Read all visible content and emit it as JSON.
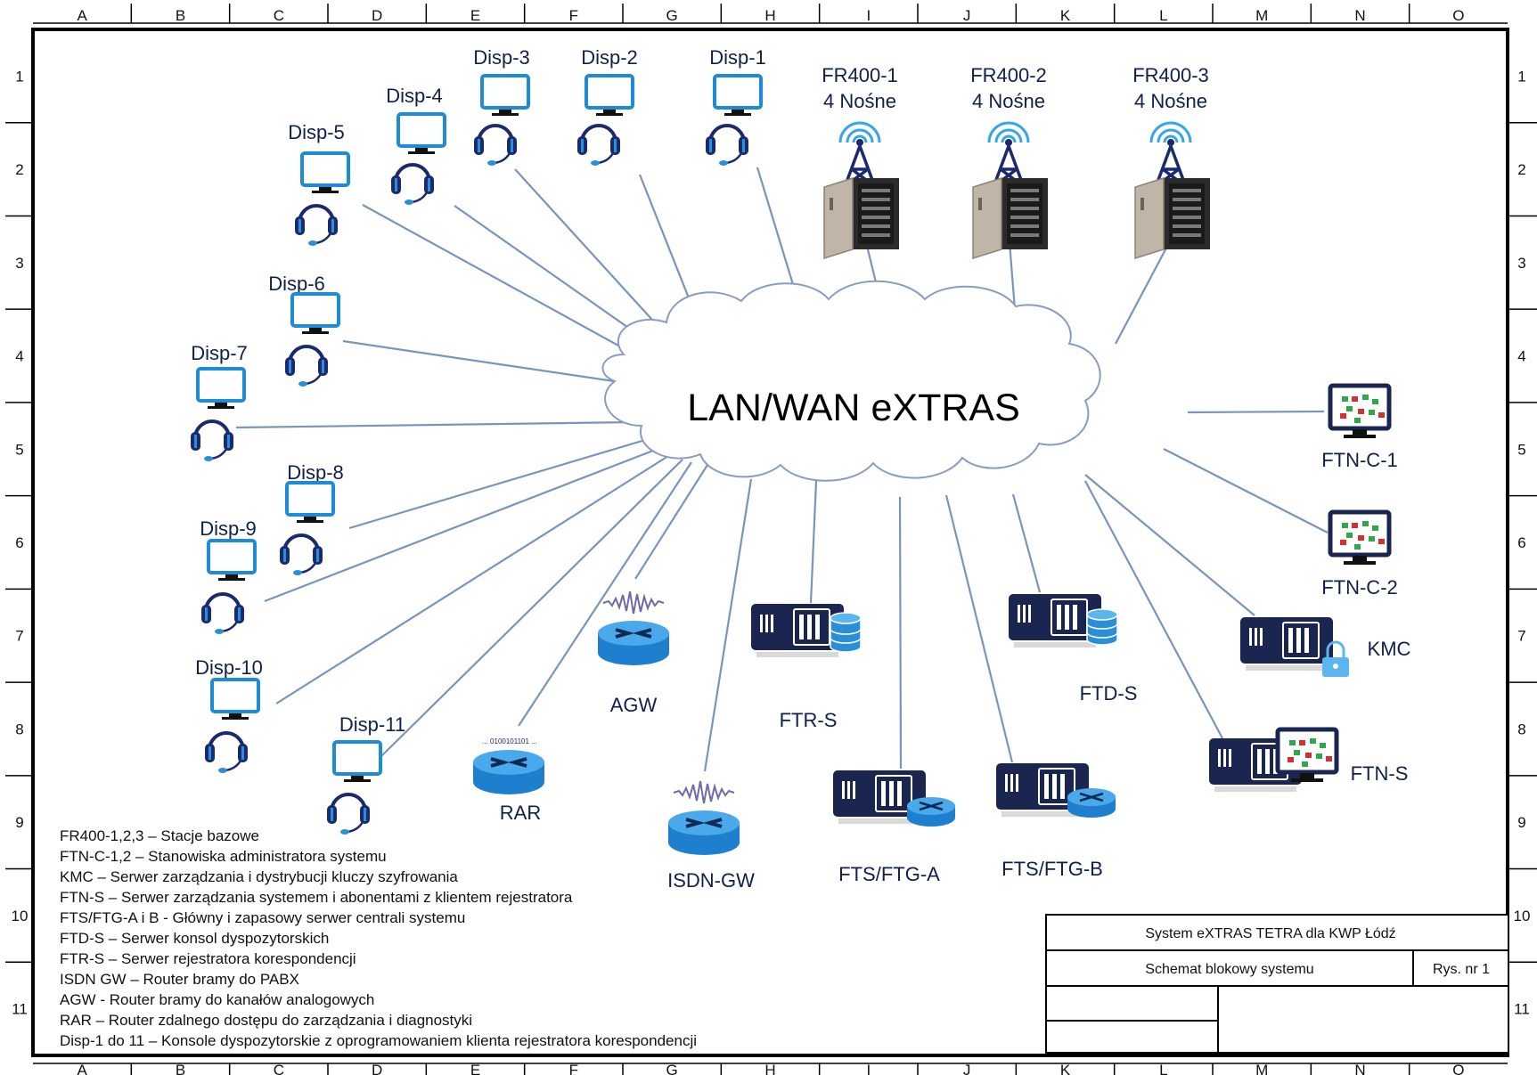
{
  "grid": {
    "columns": [
      "A",
      "B",
      "C",
      "D",
      "E",
      "F",
      "G",
      "H",
      "I",
      "J",
      "K",
      "L",
      "M",
      "N",
      "O"
    ],
    "rows": [
      "1",
      "2",
      "3",
      "4",
      "5",
      "6",
      "7",
      "8",
      "9",
      "10",
      "11"
    ]
  },
  "cloud": {
    "label": "LAN/WAN eXTRAS"
  },
  "base_stations": [
    {
      "id": "fr1",
      "name": "FR400-1",
      "carriers": "4 Nośne"
    },
    {
      "id": "fr2",
      "name": "FR400-2",
      "carriers": "4 Nośne"
    },
    {
      "id": "fr3",
      "name": "FR400-3",
      "carriers": "4 Nośne"
    }
  ],
  "dispatchers": [
    {
      "id": "d1",
      "label": "Disp-1"
    },
    {
      "id": "d2",
      "label": "Disp-2"
    },
    {
      "id": "d3",
      "label": "Disp-3"
    },
    {
      "id": "d4",
      "label": "Disp-4"
    },
    {
      "id": "d5",
      "label": "Disp-5"
    },
    {
      "id": "d6",
      "label": "Disp-6"
    },
    {
      "id": "d7",
      "label": "Disp-7"
    },
    {
      "id": "d8",
      "label": "Disp-8"
    },
    {
      "id": "d9",
      "label": "Disp-9"
    },
    {
      "id": "d10",
      "label": "Disp-10"
    },
    {
      "id": "d11",
      "label": "Disp-11"
    }
  ],
  "routers": [
    {
      "id": "agw",
      "label": "AGW",
      "icon": "router-analog-icon"
    },
    {
      "id": "isdn",
      "label": "ISDN-GW",
      "icon": "router-analog-icon"
    },
    {
      "id": "rar",
      "label": "RAR",
      "icon": "router-binary-icon",
      "bits": "... 0100101101 ..."
    }
  ],
  "servers": [
    {
      "id": "ftrs",
      "label": "FTR-S",
      "icon": "server-database-icon"
    },
    {
      "id": "ftda",
      "label": "FTS/FTG-A",
      "icon": "server-switch-icon"
    },
    {
      "id": "ftdb",
      "label": "FTS/FTG-B",
      "icon": "server-switch-icon"
    },
    {
      "id": "ftds",
      "label": "FTD-S",
      "icon": "server-database-icon"
    },
    {
      "id": "kmc",
      "label": "KMC",
      "icon": "server-lock-icon"
    },
    {
      "id": "ftns",
      "label": "FTN-S",
      "icon": "server-monitor-icon"
    }
  ],
  "admin_terminals": [
    {
      "id": "ftnc1",
      "label": "FTN-C-1"
    },
    {
      "id": "ftnc2",
      "label": "FTN-C-2"
    }
  ],
  "legend": [
    "FR400-1,2,3 – Stacje bazowe",
    "FTN-C-1,2 – Stanowiska administratora systemu",
    "KMC – Serwer zarządzania i dystrybucji kluczy szyfrowania",
    "FTN-S – Serwer zarządzania systemem i abonentami z klientem rejestratora",
    "FTS/FTG-A i B - Główny i zapasowy serwer centrali systemu",
    "FTD-S – Serwer konsol dyspozytorskich",
    "FTR-S – Serwer rejestratora korespondencji",
    "ISDN GW – Router bramy do PABX",
    "AGW - Router bramy do kanałów analogowych",
    "RAR – Router zdalnego dostępu do zarządzania i diagnostyki",
    "Disp-1 do 11 – Konsole dyspozytorskie z oprogramowaniem klienta rejestratora korespondencji"
  ],
  "title_block": {
    "system": "System eXTRAS TETRA dla KWP Łódź",
    "drawing": "Schemat blokowy systemu",
    "figure": "Rys. nr 1"
  },
  "colors": {
    "line": "#7a94bb",
    "monitor": "#1e8bd6",
    "headset": "#1a2a6c",
    "server": "#1a2550",
    "accent": "#2a8fd8",
    "frame": "#000000"
  }
}
